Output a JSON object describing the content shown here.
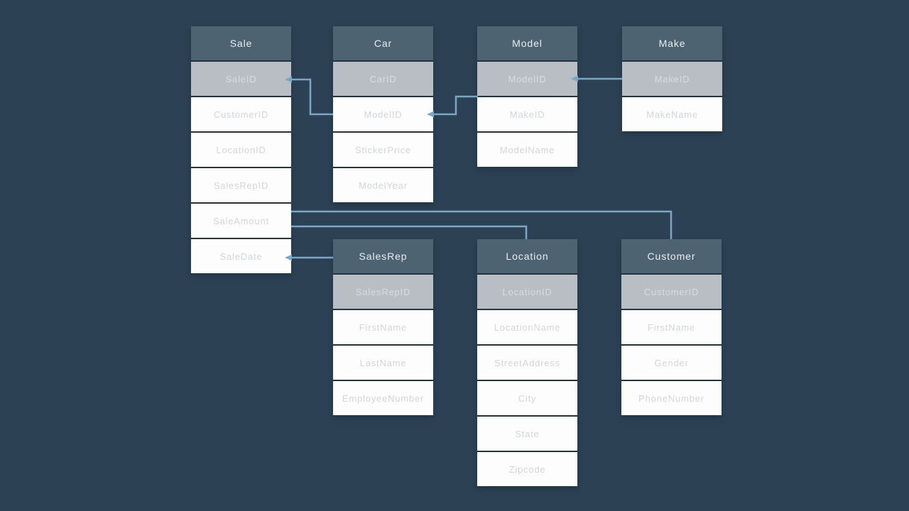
{
  "colors": {
    "background": "#2c4254",
    "table_header": "#4e6372",
    "key_row": "#b9bec4",
    "row": "#fdfdfd",
    "connector": "#7ba6c6"
  },
  "tables": [
    {
      "id": "sale",
      "name": "Sale",
      "fields": [
        {
          "label": "SaleID",
          "key": true
        },
        {
          "label": "CustomerID",
          "key": false
        },
        {
          "label": "LocationID",
          "key": false
        },
        {
          "label": "SalesRepID",
          "key": false
        },
        {
          "label": "SaleAmount",
          "key": false
        },
        {
          "label": "SaleDate",
          "key": false
        }
      ]
    },
    {
      "id": "car",
      "name": "Car",
      "fields": [
        {
          "label": "CarID",
          "key": true
        },
        {
          "label": "ModelID",
          "key": false
        },
        {
          "label": "StickerPrice",
          "key": false
        },
        {
          "label": "ModelYear",
          "key": false
        }
      ]
    },
    {
      "id": "model",
      "name": "Model",
      "fields": [
        {
          "label": "ModelID",
          "key": true
        },
        {
          "label": "MakeID",
          "key": false
        },
        {
          "label": "ModelName",
          "key": false
        }
      ]
    },
    {
      "id": "make",
      "name": "Make",
      "fields": [
        {
          "label": "MakeID",
          "key": true
        },
        {
          "label": "MakeName",
          "key": false
        }
      ]
    },
    {
      "id": "salesrep",
      "name": "SalesRep",
      "fields": [
        {
          "label": "SalesRepID",
          "key": true
        },
        {
          "label": "FirstName",
          "key": false
        },
        {
          "label": "LastName",
          "key": false
        },
        {
          "label": "EmployeeNumber",
          "key": false
        }
      ]
    },
    {
      "id": "location",
      "name": "Location",
      "fields": [
        {
          "label": "LocationID",
          "key": true
        },
        {
          "label": "LocationName",
          "key": false
        },
        {
          "label": "StreetAddress",
          "key": false
        },
        {
          "label": "City",
          "key": false
        },
        {
          "label": "State",
          "key": false
        },
        {
          "label": "Zipcode",
          "key": false
        }
      ]
    },
    {
      "id": "customer",
      "name": "Customer",
      "fields": [
        {
          "label": "CustomerID",
          "key": true
        },
        {
          "label": "FirstName",
          "key": false
        },
        {
          "label": "Gender",
          "key": false
        },
        {
          "label": "PhoneNumber",
          "key": false
        }
      ]
    }
  ],
  "connections": [
    {
      "from": "Sale.SaleID",
      "to": "Car.ModelID"
    },
    {
      "from": "Car.ModelID",
      "to": "Model.ModelID"
    },
    {
      "from": "Make.MakeID",
      "to": "Model.ModelID"
    },
    {
      "from": "Sale.SaleAmount",
      "to": "Customer"
    },
    {
      "from": "Sale.SaleAmount",
      "to": "Location"
    },
    {
      "from": "Sale.SaleDate",
      "to": "SalesRep"
    }
  ]
}
